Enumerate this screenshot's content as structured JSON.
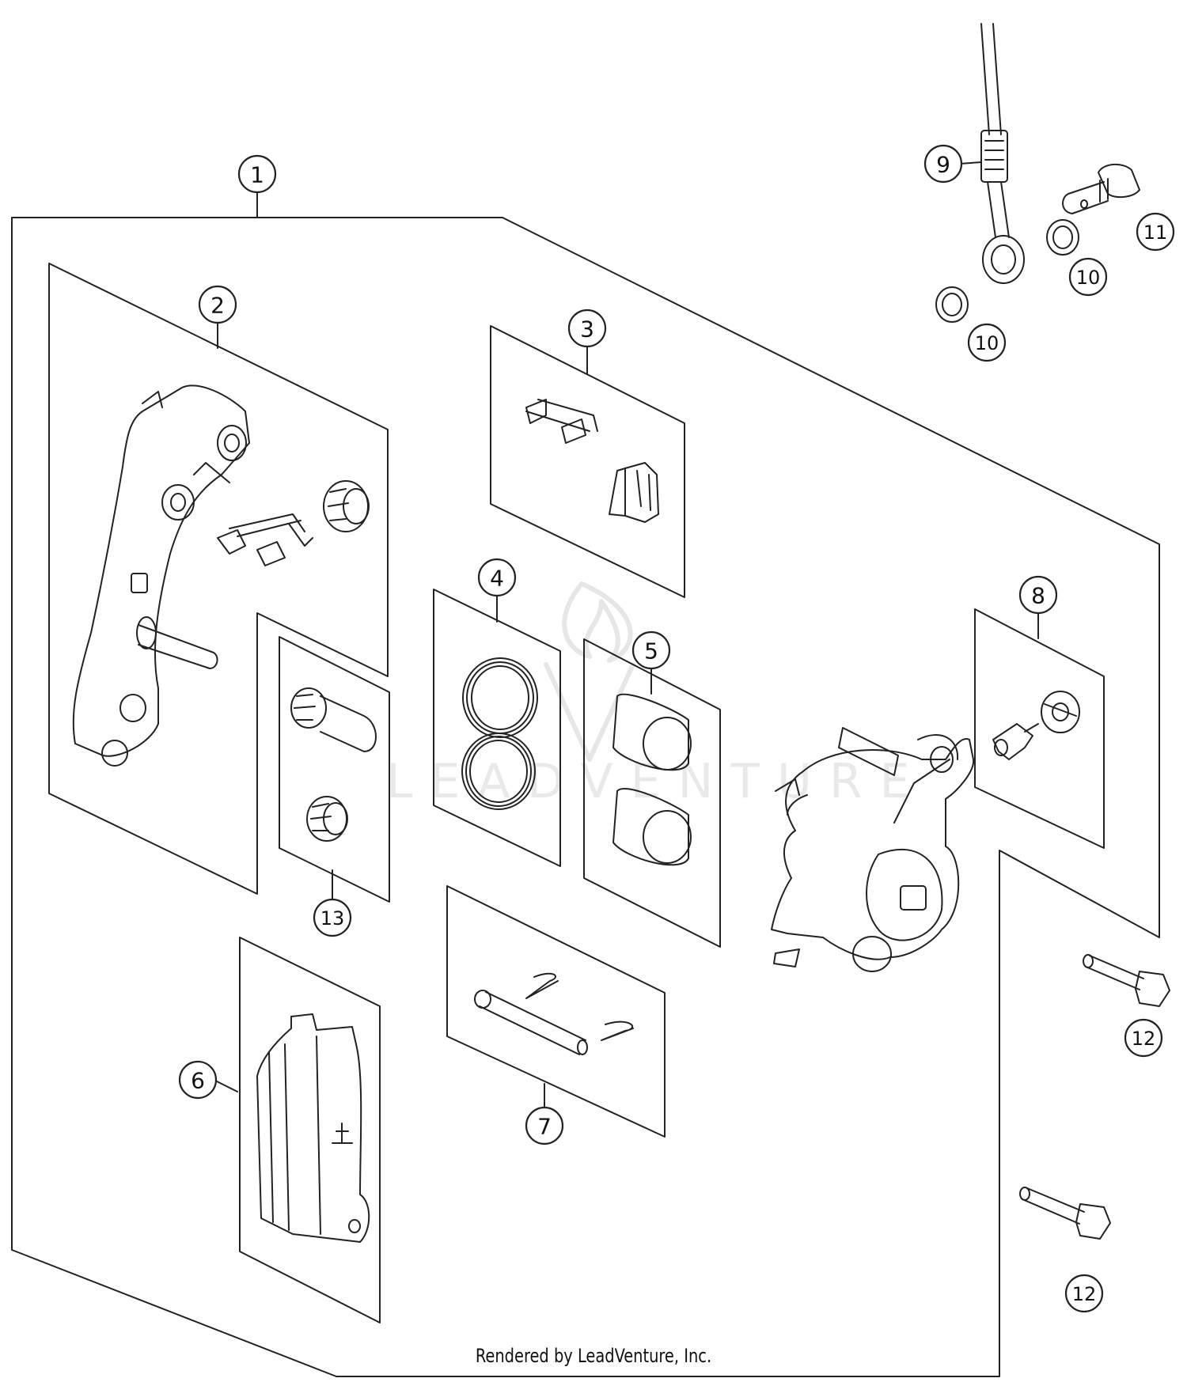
{
  "callouts": {
    "c1": "1",
    "c2": "2",
    "c3": "3",
    "c4": "4",
    "c5": "5",
    "c6": "6",
    "c7": "7",
    "c8": "8",
    "c9": "9",
    "c10a": "10",
    "c10b": "10",
    "c11": "11",
    "c12a": "12",
    "c12b": "12",
    "c13": "13"
  },
  "watermark": "LEADVENTURE",
  "footer": "Rendered by LeadVenture, Inc.",
  "icons": [
    "brake-caliper-icon",
    "caliper-bracket-icon",
    "brake-pad-icon",
    "piston-icon",
    "seal-ring-icon",
    "brake-hose-icon",
    "banjo-bolt-icon",
    "bolt-icon",
    "pin-icon",
    "clip-icon",
    "bleeder-valve-icon"
  ]
}
